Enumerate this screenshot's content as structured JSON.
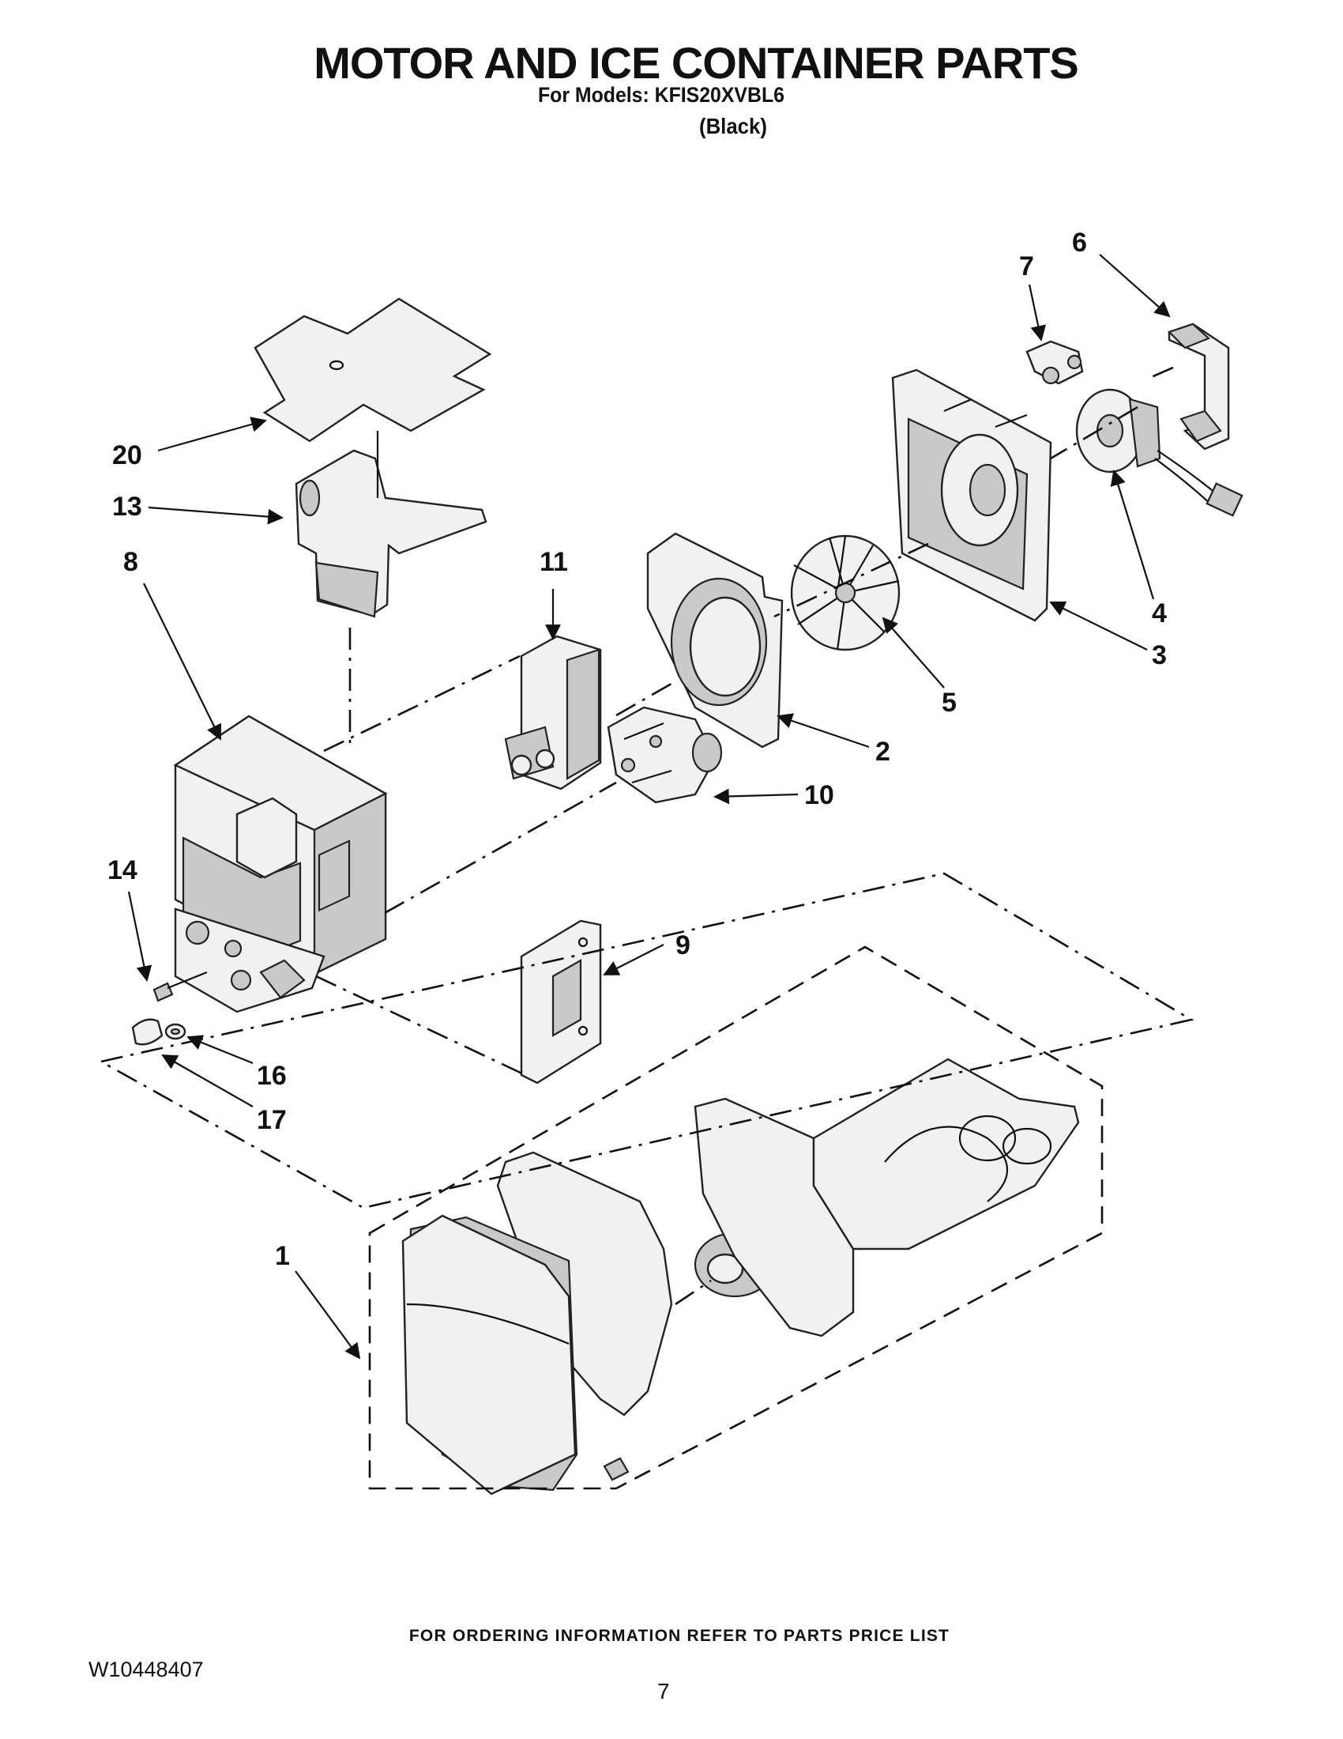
{
  "header": {
    "title": "MOTOR AND ICE CONTAINER PARTS",
    "models": "For Models: KFIS20XVBL6",
    "color": "(Black)"
  },
  "callouts": [
    "1",
    "2",
    "3",
    "4",
    "5",
    "6",
    "7",
    "8",
    "9",
    "10",
    "11",
    "13",
    "14",
    "16",
    "17",
    "20"
  ],
  "footer": {
    "ordering_note": "FOR ORDERING INFORMATION REFER TO PARTS PRICE LIST",
    "doc_number": "W10448407",
    "page_number": "7"
  }
}
